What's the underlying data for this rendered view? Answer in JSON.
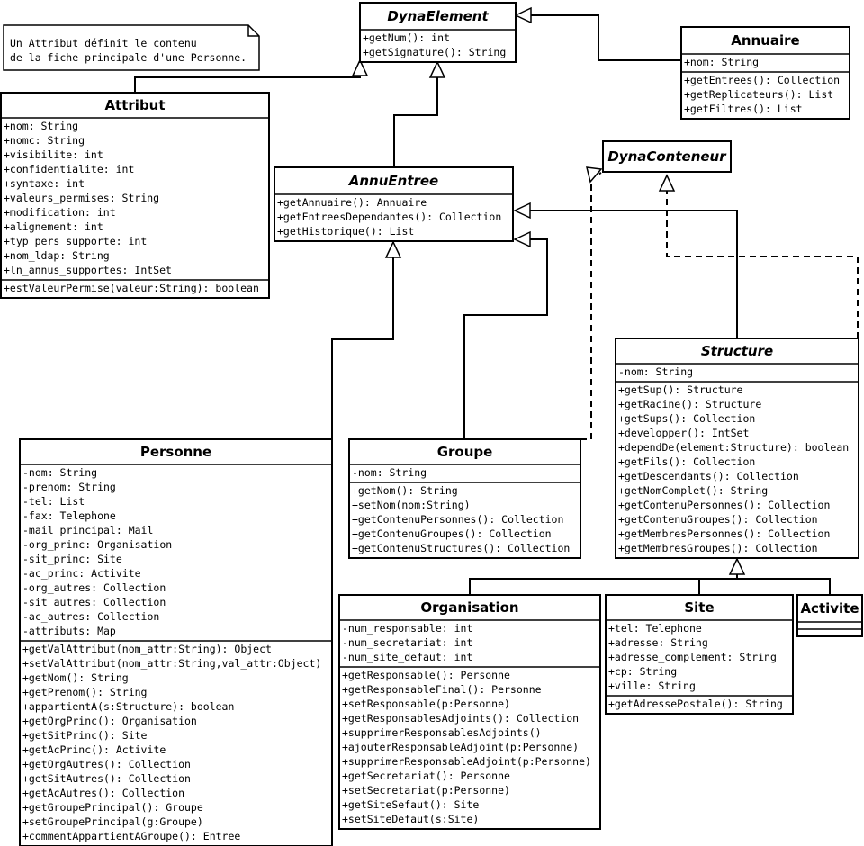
{
  "note": {
    "lines": [
      "Un Attribut définit le contenu",
      "de la fiche principale d'une Personne."
    ]
  },
  "classes": {
    "dynaelement": {
      "name": "DynaElement",
      "abstract": true,
      "attributes": [],
      "operations": [
        "+getNum(): int",
        "+getSignature(): String"
      ]
    },
    "annuaire": {
      "name": "Annuaire",
      "abstract": false,
      "attributes": [
        "+nom: String"
      ],
      "operations": [
        "+getEntrees(): Collection",
        "+getReplicateurs(): List",
        "+getFiltres(): List"
      ]
    },
    "attribut": {
      "name": "Attribut",
      "abstract": false,
      "attributes": [
        "+nom: String",
        "+nomc: String",
        "+visibilite: int",
        "+confidentialite: int",
        "+syntaxe: int",
        "+valeurs_permises: String",
        "+modification: int",
        "+alignement: int",
        "+typ_pers_supporte: int",
        "+nom_ldap: String",
        "+ln_annus_supportes: IntSet"
      ],
      "operations": [
        "+estValeurPermise(valeur:String): boolean"
      ]
    },
    "dynaconteneur": {
      "name": "DynaConteneur",
      "abstract": true,
      "attributes": [],
      "operations": []
    },
    "annuentree": {
      "name": "AnnuEntree",
      "abstract": true,
      "attributes": [],
      "operations": [
        "+getAnnuaire(): Annuaire",
        "+getEntreesDependantes(): Collection",
        "+getHistorique(): List"
      ]
    },
    "structure": {
      "name": "Structure",
      "abstract": true,
      "attributes": [
        "-nom: String"
      ],
      "operations": [
        "+getSup(): Structure",
        "+getRacine(): Structure",
        "+getSups(): Collection",
        "+developper(): IntSet",
        "+dependDe(element:Structure): boolean",
        "+getFils(): Collection",
        "+getDescendants(): Collection",
        "+getNomComplet(): String",
        "+getContenuPersonnes(): Collection",
        "+getContenuGroupes(): Collection",
        "+getMembresPersonnes(): Collection",
        "+getMembresGroupes(): Collection"
      ]
    },
    "personne": {
      "name": "Personne",
      "abstract": false,
      "attributes": [
        "-nom: String",
        "-prenom: String",
        "-tel: List",
        "-fax: Telephone",
        "-mail_principal: Mail",
        "-org_princ: Organisation",
        "-sit_princ: Site",
        "-ac_princ: Activite",
        "-org_autres: Collection",
        "-sit_autres: Collection",
        "-ac_autres: Collection",
        "-attributs: Map"
      ],
      "operations": [
        "+getValAttribut(nom_attr:String): Object",
        "+setValAttribut(nom_attr:String,val_attr:Object)",
        "+getNom(): String",
        "+getPrenom(): String",
        "+appartientA(s:Structure): boolean",
        "+getOrgPrinc(): Organisation",
        "+getSitPrinc(): Site",
        "+getAcPrinc(): Activite",
        "+getOrgAutres(): Collection",
        "+getSitAutres(): Collection",
        "+getAcAutres(): Collection",
        "+getGroupePrincipal(): Groupe",
        "+setGroupePrincipal(g:Groupe)",
        "+commentAppartientAGroupe(): Entree"
      ]
    },
    "groupe": {
      "name": "Groupe",
      "abstract": false,
      "attributes": [
        "-nom: String"
      ],
      "operations": [
        "+getNom(): String",
        "+setNom(nom:String)",
        "+getContenuPersonnes(): Collection",
        "+getContenuGroupes(): Collection",
        "+getContenuStructures(): Collection"
      ]
    },
    "organisation": {
      "name": "Organisation",
      "abstract": false,
      "attributes": [
        "-num_responsable: int",
        "-num_secretariat: int",
        "-num_site_defaut: int"
      ],
      "operations": [
        "+getResponsable(): Personne",
        "+getResponsableFinal(): Personne",
        "+setResponsable(p:Personne)",
        "+getResponsablesAdjoints(): Collection",
        "+supprimerResponsablesAdjoints()",
        "+ajouterResponsableAdjoint(p:Personne)",
        "+supprimerResponsableAdjoint(p:Personne)",
        "+getSecretariat(): Personne",
        "+setSecretariat(p:Personne)",
        "+getSiteSefaut(): Site",
        "+setSiteDefaut(s:Site)"
      ]
    },
    "site": {
      "name": "Site",
      "abstract": false,
      "attributes": [
        "+tel: Telephone",
        "+adresse: String",
        "+adresse_complement: String",
        "+cp: String",
        "+ville: String"
      ],
      "operations": [
        "+getAdressePostale(): String"
      ]
    },
    "activite": {
      "name": "Activite",
      "abstract": false,
      "attributes": [],
      "operations": []
    }
  }
}
